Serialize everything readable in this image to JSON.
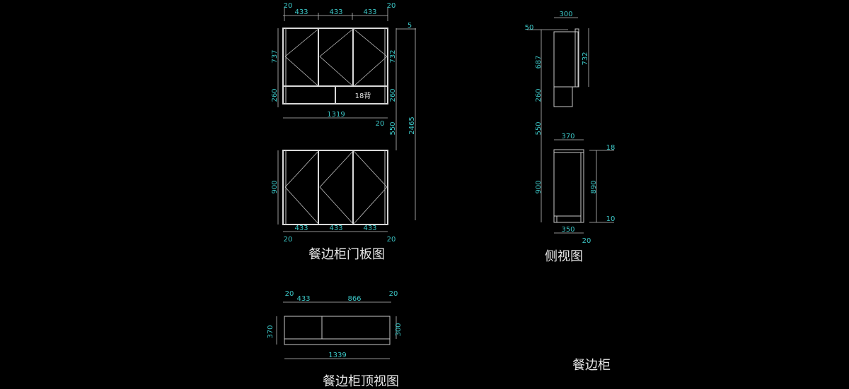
{
  "colors": {
    "background": "#000000",
    "dimension_text": "#3cc8c8",
    "lines": "#c8c8c8"
  },
  "front_view": {
    "title": "餐边柜门板图",
    "upper": {
      "top_dims": [
        "20",
        "433",
        "433",
        "433",
        "20"
      ],
      "left_dims": [
        "737",
        "260"
      ],
      "right_dims": [
        "732",
        "260"
      ],
      "gap": "5",
      "width": "1319",
      "offset": "20",
      "drawer_label": "18背"
    },
    "middle_gap": "550",
    "total_height": "2465",
    "lower": {
      "height": "900",
      "bottom_dims": [
        "20",
        "433",
        "433",
        "433",
        "20"
      ]
    }
  },
  "side_view": {
    "title": "侧视图",
    "upper": {
      "depth": "300",
      "offset": "50",
      "dims_left": [
        "687",
        "260"
      ],
      "height_right": "732"
    },
    "gap": "550",
    "lower": {
      "depth_top": "370",
      "height_left": "900",
      "height_right": "890",
      "top_thickness": "18",
      "bottom_thickness": "10",
      "depth_bottom": "350",
      "offset": "20"
    }
  },
  "top_view": {
    "title": "餐边柜顶视图",
    "top_dims": [
      "20",
      "433",
      "866",
      "20"
    ],
    "depth_left": "370",
    "depth_right": "300",
    "width": "1339"
  },
  "drawing_title": "餐边柜"
}
